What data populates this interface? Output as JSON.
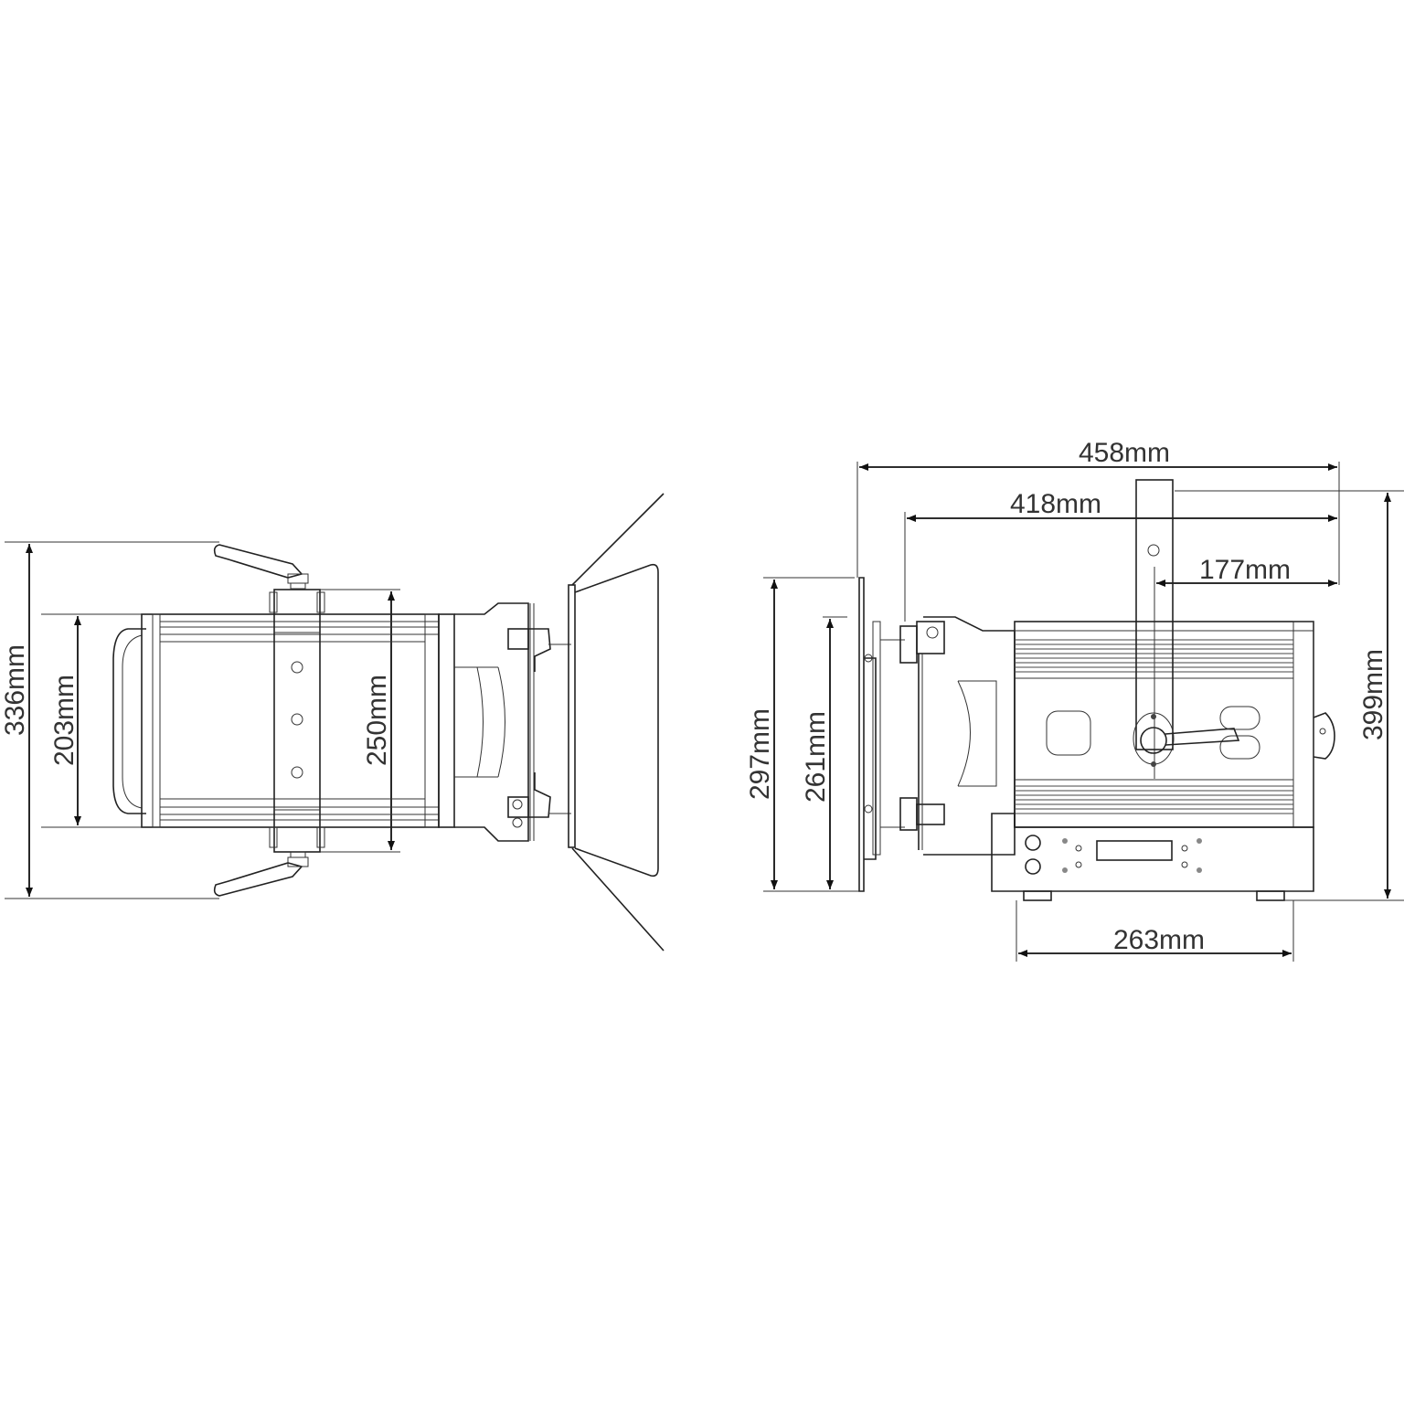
{
  "diagram": {
    "subject": "fixture-dimensions",
    "views": {
      "front_view": {
        "dimensions": {
          "overall_height": "336mm",
          "body_height": "203mm",
          "yoke_height": "250mm"
        }
      },
      "side_view": {
        "dimensions": {
          "overall_length": "458mm",
          "body_length": "418mm",
          "pivot_to_rear": "177mm",
          "overall_height": "399mm",
          "front_frame_height": "297mm",
          "lens_height": "261mm",
          "base_length": "263mm"
        }
      }
    },
    "colors": {
      "line": "#222222",
      "text": "#333333",
      "background": "#ffffff"
    }
  }
}
